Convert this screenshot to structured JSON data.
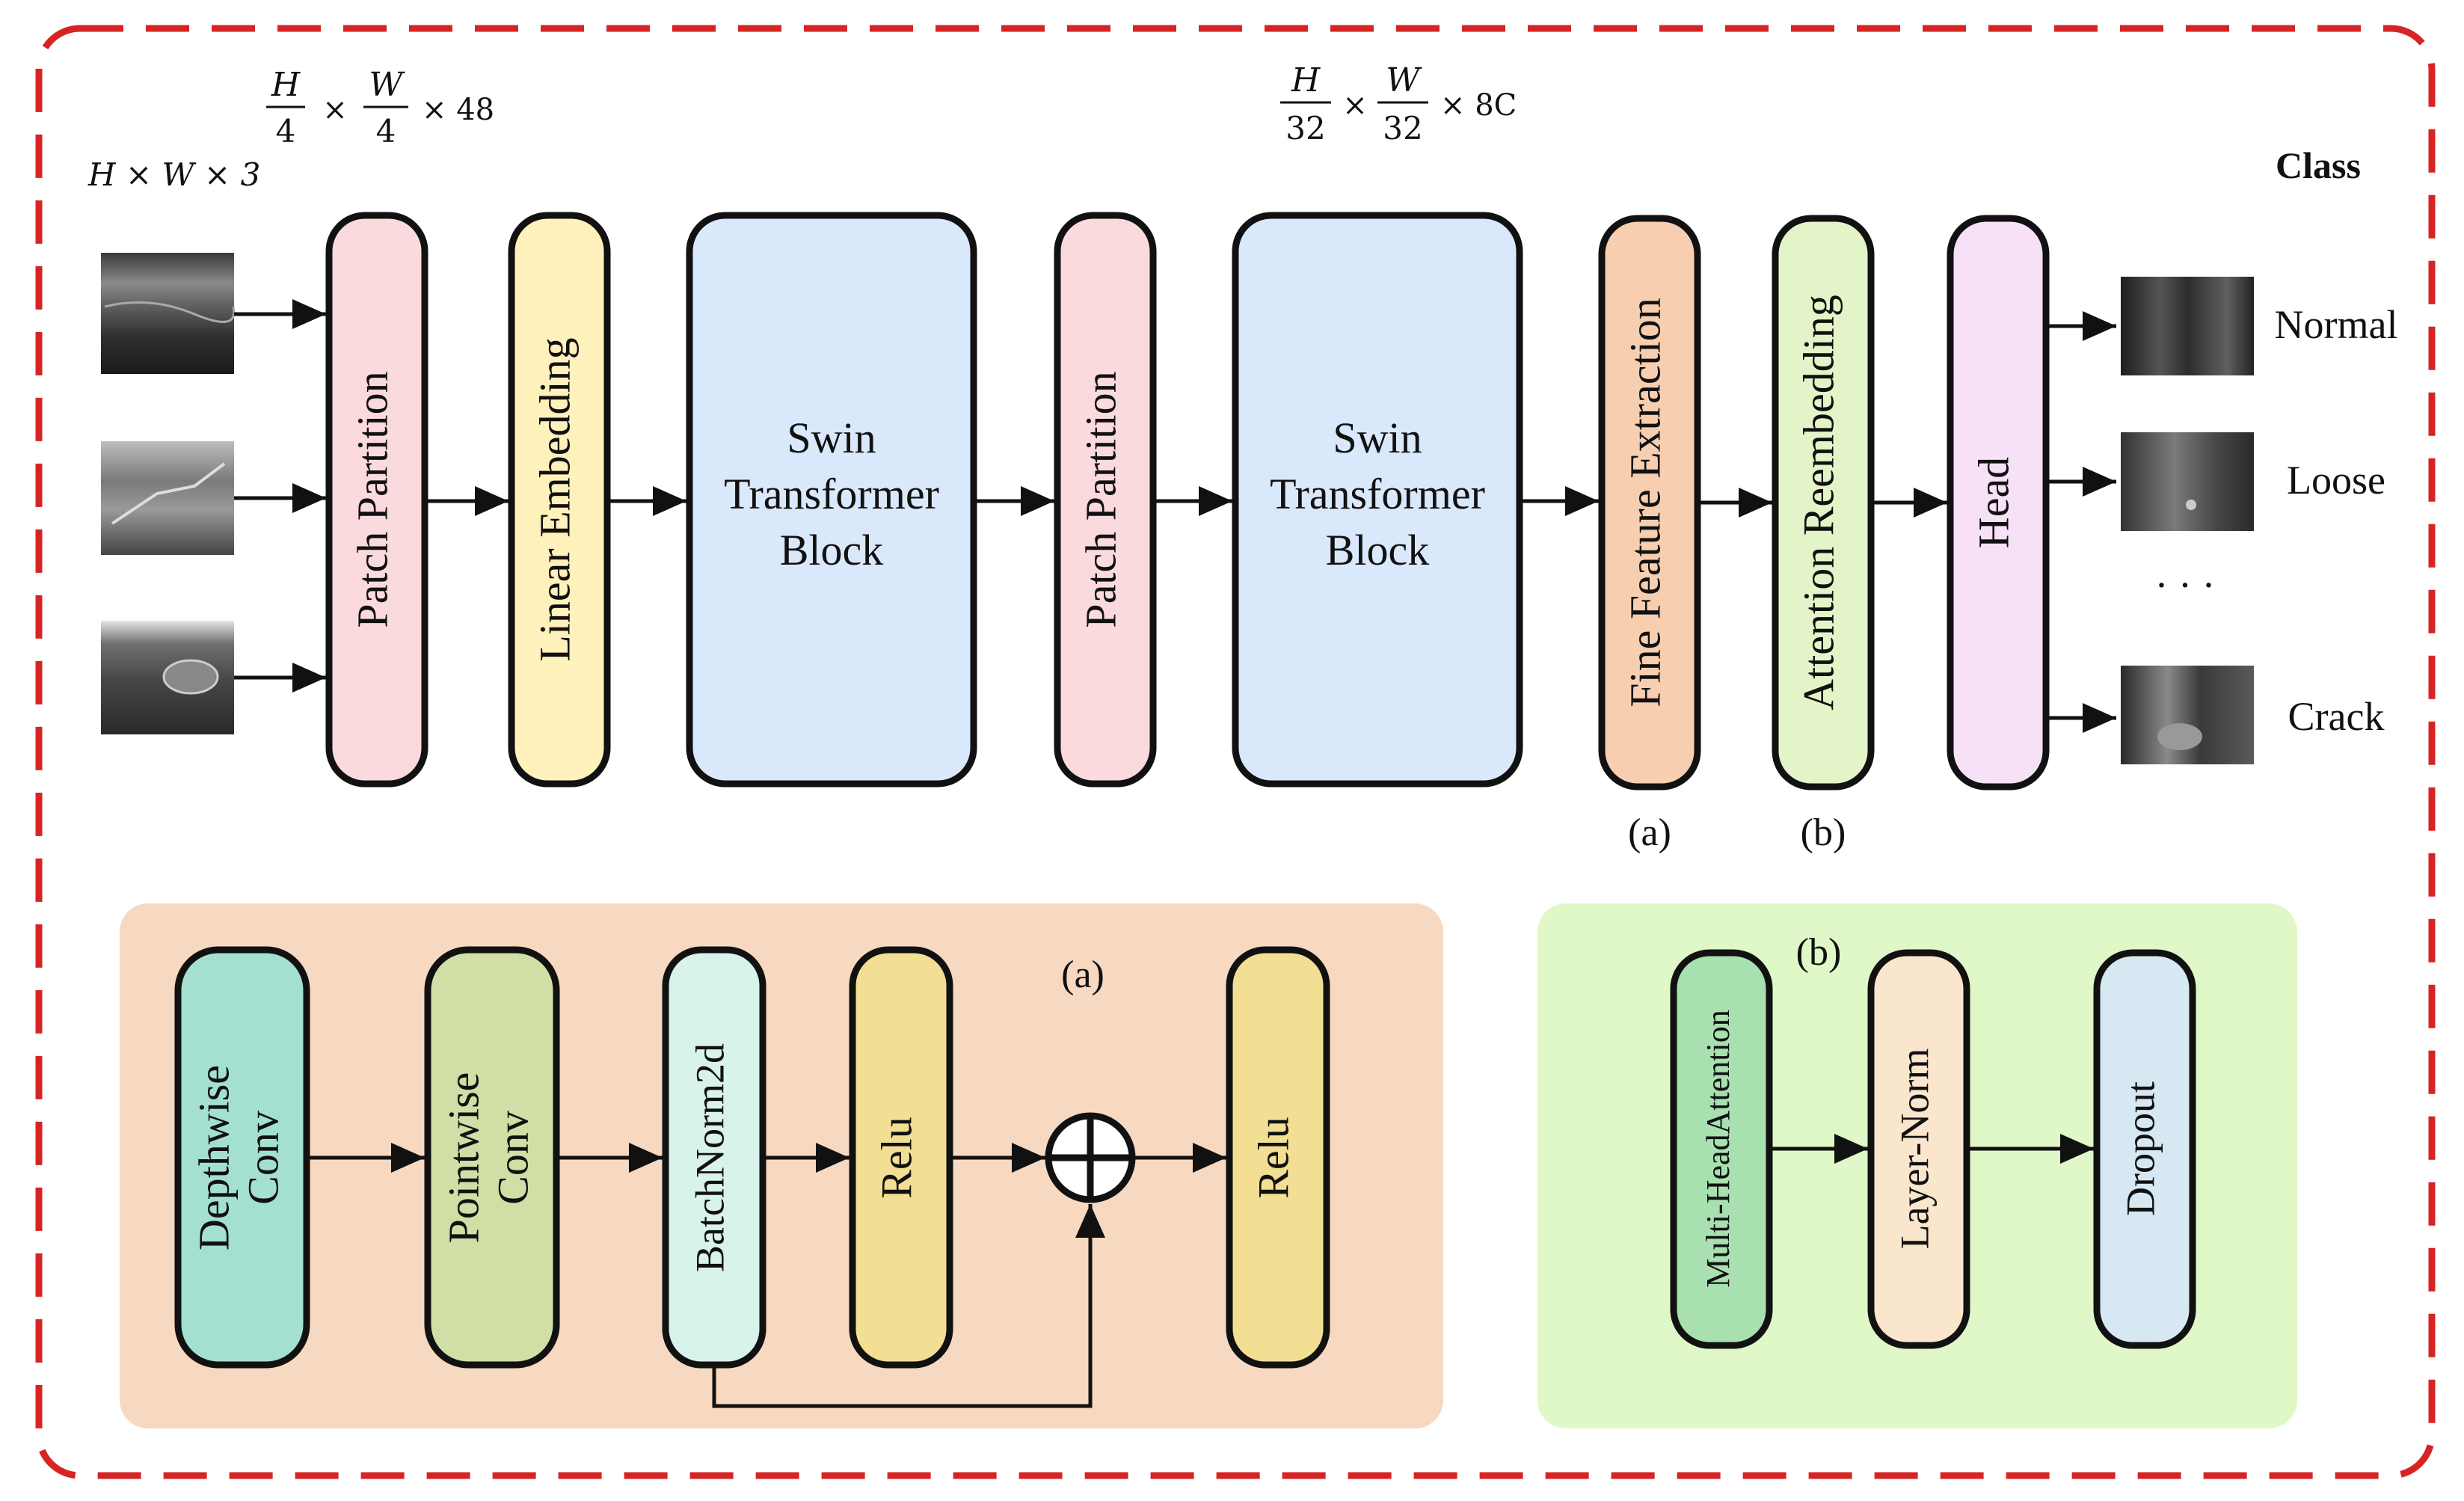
{
  "colors": {
    "border": "#d62424",
    "patch_partition": "#fadadd",
    "linear_embedding": "#fff1bb",
    "swin_block": "#dae8fc",
    "fine_feature": "#f7ceb0",
    "attention": "#e3f5c8",
    "head": "#f6e1f7",
    "panel_a": "#f7d8c0",
    "panel_b": "#e0f8c8",
    "depthwise": "#a3e0d0",
    "pointwise": "#cfdfa5",
    "batchnorm": "#d8f2ec",
    "relu": "#f2df93",
    "multihead": "#a8e0b0",
    "layernorm": "#fae6cd",
    "dropout": "#d6e8f2"
  },
  "annotations": {
    "input_dims": "H × W × 3",
    "patch_dims": {
      "h_num": "H",
      "h_den": "4",
      "w_num": "W",
      "w_den": "4",
      "suffix": "× 48"
    },
    "swin_dims": {
      "h_num": "H",
      "h_den": "32",
      "w_num": "W",
      "w_den": "32",
      "suffix": "× 8C"
    },
    "times": "×"
  },
  "pipeline": {
    "patch_partition_1": "Patch Partition",
    "linear_embedding": "Linear Embedding",
    "swin_block_1": [
      "Swin",
      "Transformer",
      "Block"
    ],
    "patch_partition_2": "Patch Partition",
    "swin_block_2": [
      "Swin",
      "Transformer",
      "Block"
    ],
    "fine_feature_extraction": "Fine Feature Extraction",
    "attention_reembedding": "Attention Reembedding",
    "head": "Head",
    "fine_feature_tag": "(a)",
    "attention_tag": "(b)"
  },
  "classes": {
    "title": "Class",
    "normal": "Normal",
    "loose": "Loose",
    "ellipsis": "· · ·",
    "crack": "Crack"
  },
  "panel_a": {
    "tag": "(a)",
    "depthwise": [
      "Depthwise",
      "Conv"
    ],
    "pointwise": [
      "Pointwise",
      "Conv"
    ],
    "batchnorm": "BatchNorm2d",
    "relu_1": "Relu",
    "relu_2": "Relu"
  },
  "panel_b": {
    "tag": "(b)",
    "multihead": "Multi-HeadAttention",
    "layernorm": "Layer-Norm",
    "dropout": "Dropout"
  }
}
